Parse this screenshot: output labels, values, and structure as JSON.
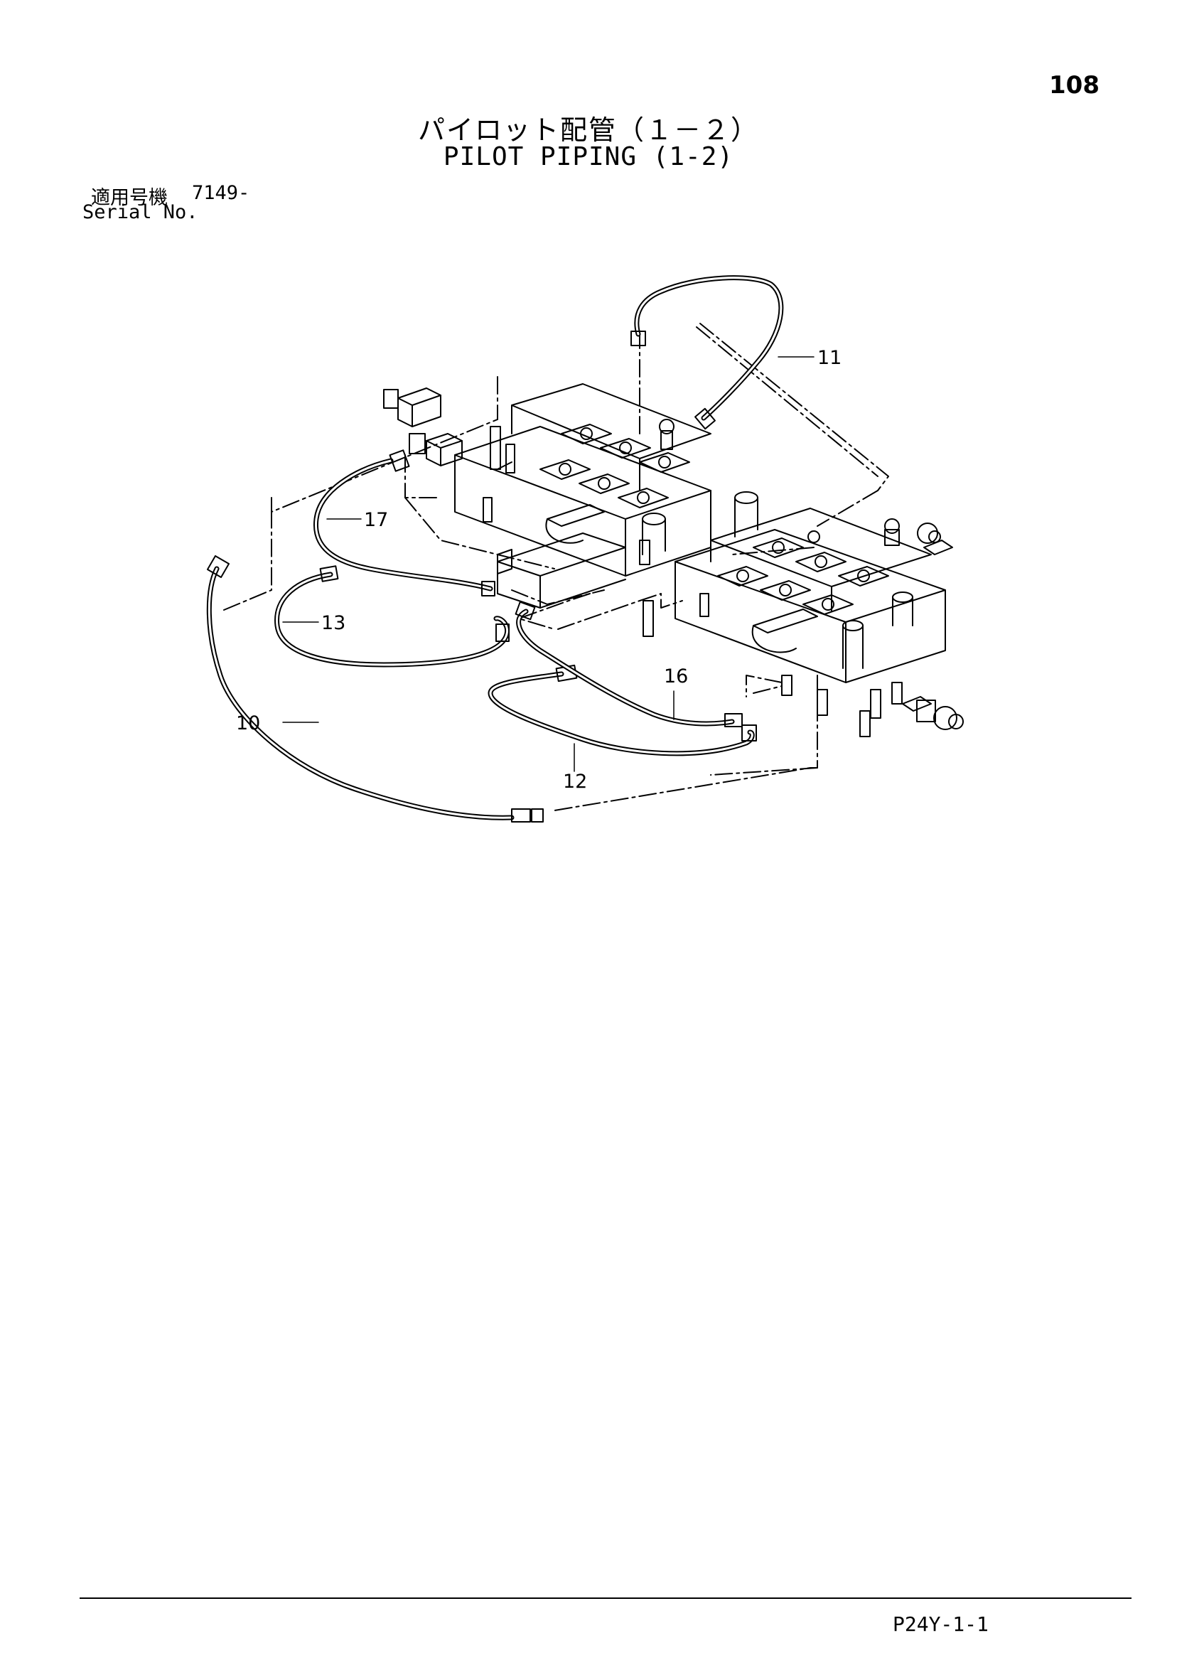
{
  "page": {
    "number": "108",
    "title_jp": "パイロット配管（１－２）",
    "title_en": "PILOT PIPING (1-2)",
    "serial_label_jp": "適用号機",
    "serial_number": "7149-",
    "serial_label_en": "Serial No.",
    "footer_code": "P24Y-1-1"
  },
  "callouts": [
    {
      "id": "10",
      "label": "10"
    },
    {
      "id": "11",
      "label": "11"
    },
    {
      "id": "12",
      "label": "12"
    },
    {
      "id": "13",
      "label": "13"
    },
    {
      "id": "16",
      "label": "16"
    },
    {
      "id": "17",
      "label": "17"
    }
  ],
  "colors": {
    "ink": "#000000",
    "paper": "#ffffff"
  }
}
